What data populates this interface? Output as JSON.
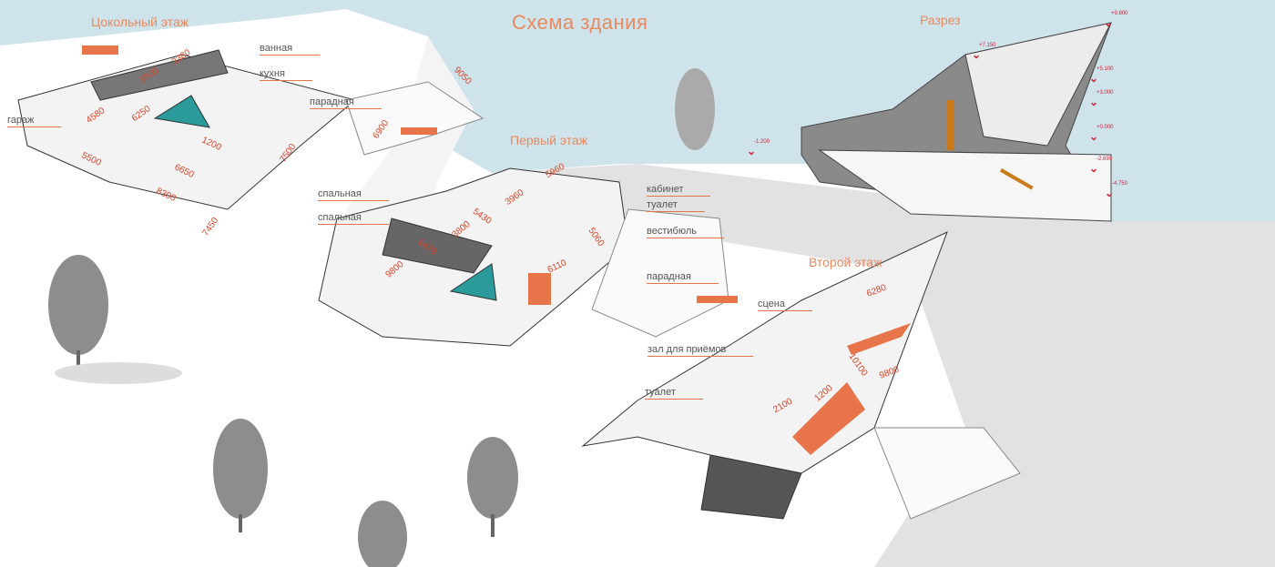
{
  "title": "Схема здания",
  "sections": {
    "basement": "Цокольный этаж",
    "first_floor": "Первый этаж",
    "second_floor": "Второй этаж",
    "cross_section": "Разрез"
  },
  "basement_labels": [
    "ванная",
    "кухня",
    "парадная",
    "гараж"
  ],
  "first_floor_labels": [
    "спальная",
    "спальная",
    "кабинет",
    "туалет",
    "вестибюль",
    "парадная"
  ],
  "second_floor_labels": [
    "сцена",
    "зал для приёмов",
    "туалет"
  ],
  "basement_dims": [
    "3380",
    "3500",
    "4580",
    "6250",
    "1200",
    "5500",
    "6650",
    "8300",
    "7500",
    "7450",
    "6900",
    "9050"
  ],
  "first_floor_dims": [
    "5960",
    "5430",
    "3960",
    "6470",
    "3800",
    "5060",
    "6110",
    "9800"
  ],
  "second_floor_dims": [
    "6280",
    "10100",
    "9800",
    "1200",
    "2100"
  ],
  "elevations": [
    "+9.800",
    "+7.150",
    "+5.100",
    "+3.000",
    "+0.000",
    "-2.690",
    "-4.750",
    "-1.200"
  ],
  "colors": {
    "sky": "#cfe3ea",
    "accent": "#e8744a",
    "dimension": "#d9452b",
    "elevation": "#d3223a",
    "ground": "#e2e2e2"
  }
}
